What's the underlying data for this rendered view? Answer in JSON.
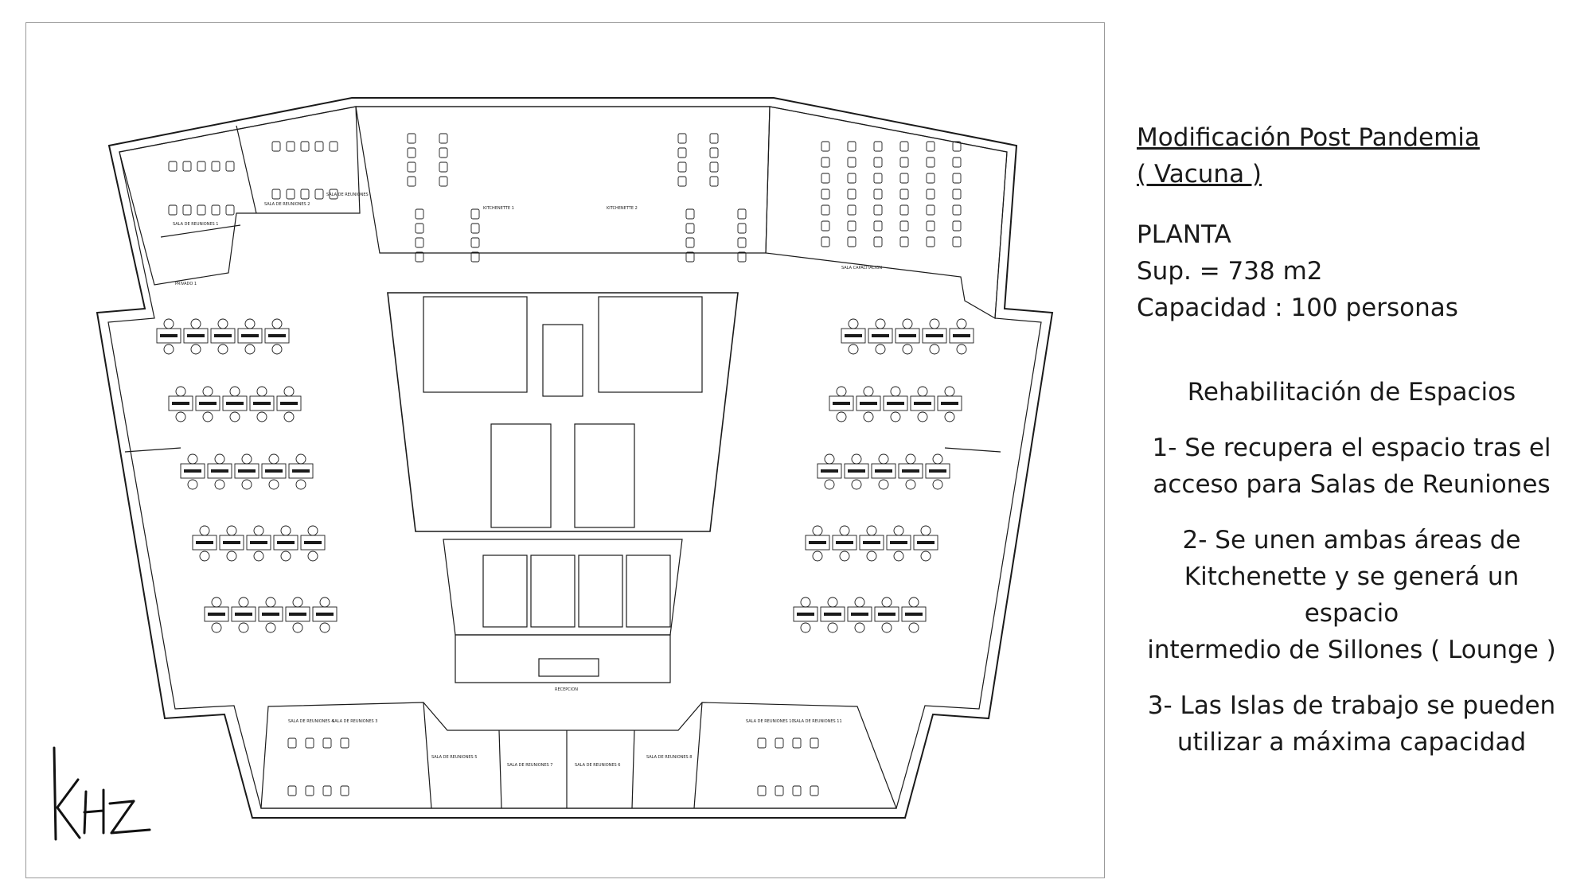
{
  "title": {
    "line1": "Modificación Post Pandemia",
    "line2": "( Vacuna )"
  },
  "stats": {
    "planta": "PLANTA",
    "superficie": "Sup. = 738 m2",
    "capacidad": "Capacidad : 100 personas"
  },
  "rehab": {
    "heading": "Rehabilitación de Espacios",
    "items": [
      {
        "line1": "1- Se recupera el espacio tras el",
        "line2": "acceso para Salas de Reuniones"
      },
      {
        "line1": "2- Se unen ambas áreas de",
        "line2": "Kitchenette y se generá un espacio",
        "line3": "intermedio de Sillones ( Lounge )"
      },
      {
        "line1": "3- Las Islas de trabajo se pueden",
        "line2": "utilizar a máxima capacidad"
      }
    ]
  },
  "plan_labels": {
    "sala1": "SALA DE REUNIONES 1",
    "sala2": "SALA DE REUNIONES 2",
    "sala3": "SALA DE REUNIONES 3",
    "sala4": "SALA DE REUNIONES 4",
    "sala5": "SALA DE REUNIONES 5",
    "sala6": "SALA DE REUNIONES 6",
    "sala7": "SALA DE REUNIONES 7",
    "sala8": "SALA DE REUNIONES 8",
    "sala10": "SALA DE REUNIONES 10",
    "sala11": "SALA DE REUNIONES 11",
    "sala_reuniones": "SALA DE REUNIONES",
    "privado": "PRIVADO 1",
    "kitchenette1": "KITCHENETTE 1",
    "kitchenette2": "KITCHENETTE 2",
    "capacitacion": "SALA CAPACITACION",
    "recepcion": "RECEPCION"
  },
  "colors": {
    "ink": "#1a1a1a",
    "frame": "#9a9a9a"
  }
}
